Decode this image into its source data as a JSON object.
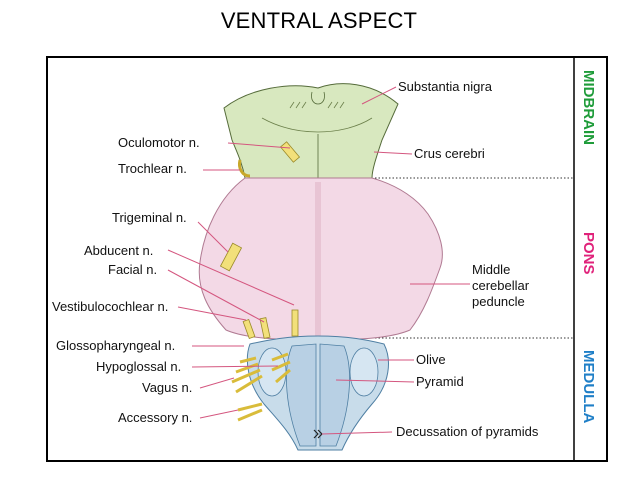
{
  "title": "VENTRAL ASPECT",
  "regions": {
    "midbrain": {
      "label": "MIDBRAIN",
      "color": "#1f9c3a"
    },
    "pons": {
      "label": "PONS",
      "color": "#e0227a"
    },
    "medulla": {
      "label": "MEDULLA",
      "color": "#1f7fc7"
    }
  },
  "labels_left": {
    "oculomotor": "Oculomotor n.",
    "trochlear": "Trochlear n.",
    "trigeminal": "Trigeminal n.",
    "abducent": "Abducent n.",
    "facial": "Facial n.",
    "vestibulocochlear": "Vestibulocochlear n.",
    "glossopharyngeal": "Glossopharyngeal n.",
    "hypoglossal": "Hypoglossal n.",
    "vagus": "Vagus n.",
    "accessory": "Accessory n."
  },
  "labels_right": {
    "substantia_nigra": "Substantia nigra",
    "crus_cerebri": "Crus cerebri",
    "middle_cerebellar_1": "Middle",
    "middle_cerebellar_2": "cerebellar",
    "middle_cerebellar_3": "peduncle",
    "olive": "Olive",
    "pyramid": "Pyramid",
    "decussation": "Decussation of pyramids"
  },
  "colors": {
    "midbrain_fill": "#d8e8bf",
    "pons_fill": "#f3d9e6",
    "medulla_fill": "#c8dcea",
    "nerve_fill": "#f2e07a",
    "pointer": "#d4567f"
  }
}
